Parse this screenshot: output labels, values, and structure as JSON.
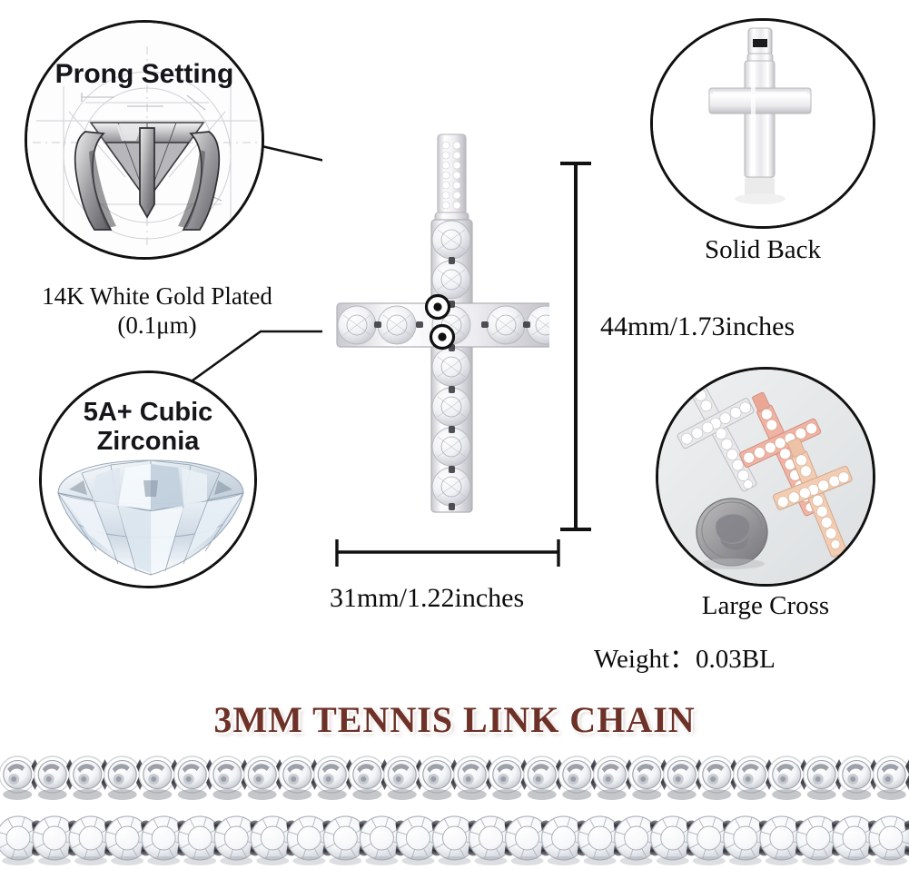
{
  "page": {
    "background": "#ffffff",
    "banner_color": "#6d3127",
    "outline_color": "#111111"
  },
  "features": [
    {
      "id": "prong-setting",
      "inner_label": "Prong Setting",
      "caption": "14K White Gold Plated\n(0.1μm)"
    },
    {
      "id": "cubic-zirconia",
      "inner_label": "5A+\nCubic Zirconia",
      "caption": ""
    },
    {
      "id": "solid-back",
      "inner_label": "",
      "caption": "Solid Back"
    },
    {
      "id": "large-cross",
      "inner_label": "",
      "caption": "Large Cross"
    }
  ],
  "dimensions": {
    "height_label": "44mm/1.73inches",
    "width_label": "31mm/1.22inches",
    "weight_label": "Weight：0.03BL"
  },
  "banner": {
    "title": "3MM TENNIS LINK CHAIN"
  },
  "product": {
    "center_pendant_name": "cz-cross-pendant",
    "callout_markers": 2
  },
  "chain": {
    "rows": [
      {
        "name": "upper-chain-row",
        "stone_count": 26,
        "style": "bezel-link"
      },
      {
        "name": "lower-chain-row",
        "stone_count": 25,
        "style": "prong-round"
      }
    ]
  }
}
